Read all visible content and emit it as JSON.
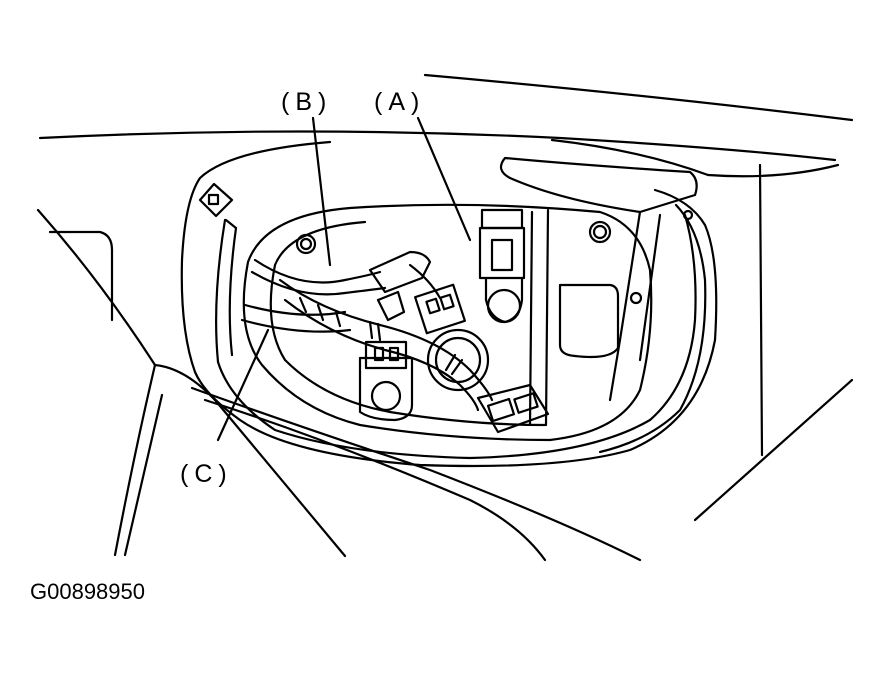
{
  "callouts": {
    "a": "(A)",
    "b": "(B)",
    "c": "(C)"
  },
  "figure_code": "G00898950",
  "colors": {
    "line": "#000000",
    "fill": "#ffffff"
  }
}
